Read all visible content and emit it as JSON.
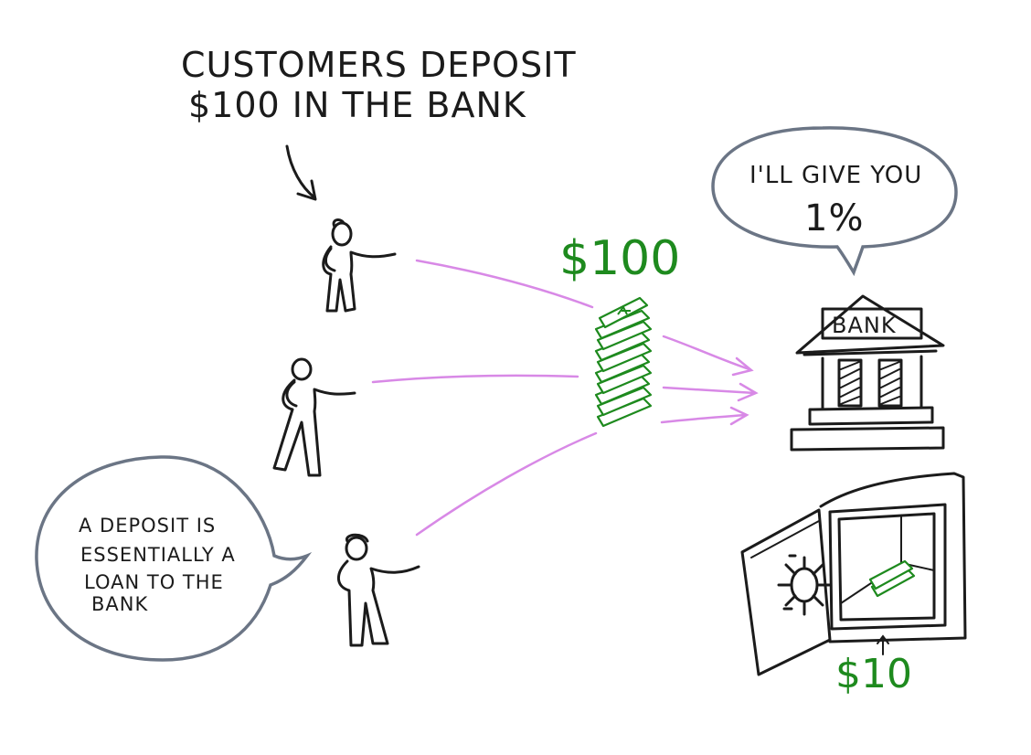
{
  "annotations": {
    "title_line1": "CUSTOMERS DEPOSIT",
    "title_line2": "$100 IN THE BANK"
  },
  "bank_bubble": {
    "line1": "I'LL GIVE YOU",
    "line2": "1%"
  },
  "bank": {
    "sign": "BANK"
  },
  "deposit_bubble": {
    "lines": [
      "A DEPOSIT IS",
      "ESSENTIALLY A",
      "LOAN TO THE",
      "BANK"
    ]
  },
  "money": {
    "stack_amount": "$100",
    "reserve_amount": "$10"
  },
  "colors": {
    "ink": "#1b1b1b",
    "money_green": "#1e8a1e",
    "flow_pink": "#d889e6",
    "bubble_gray": "#6b7585"
  }
}
